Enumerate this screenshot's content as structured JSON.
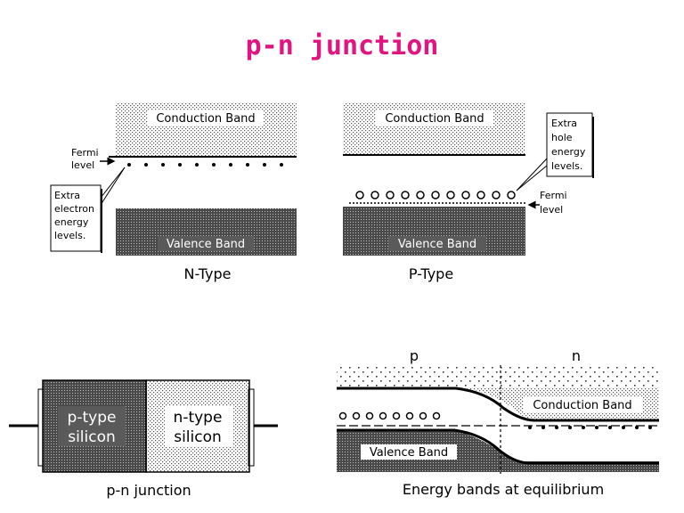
{
  "title": "p-n junction",
  "n_type": {
    "conduction_band": "Conduction Band",
    "valence_band": "Valence Band",
    "fermi_line1": "Fermi",
    "fermi_line2": "level",
    "extra_line1": "Extra",
    "extra_line2": "electron",
    "extra_line3": "energy",
    "extra_line4": "levels.",
    "caption": "N-Type"
  },
  "p_type": {
    "conduction_band": "Conduction Band",
    "valence_band": "Valence Band",
    "fermi_line1": "Fermi",
    "fermi_line2": "level",
    "extra_line1": "Extra",
    "extra_line2": "hole",
    "extra_line3": "energy",
    "extra_line4": "levels.",
    "caption": "P-Type"
  },
  "junction": {
    "p_line1": "p-type",
    "p_line2": "silicon",
    "n_line1": "n-type",
    "n_line2": "silicon",
    "caption": "p-n junction"
  },
  "equilibrium": {
    "p_label": "p",
    "n_label": "n",
    "conduction_band": "Conduction Band",
    "valence_band": "Valence Band",
    "caption": "Energy bands at equilibrium"
  },
  "colors": {
    "title": "#e0157f",
    "band_dark": "#5a5a5a"
  }
}
